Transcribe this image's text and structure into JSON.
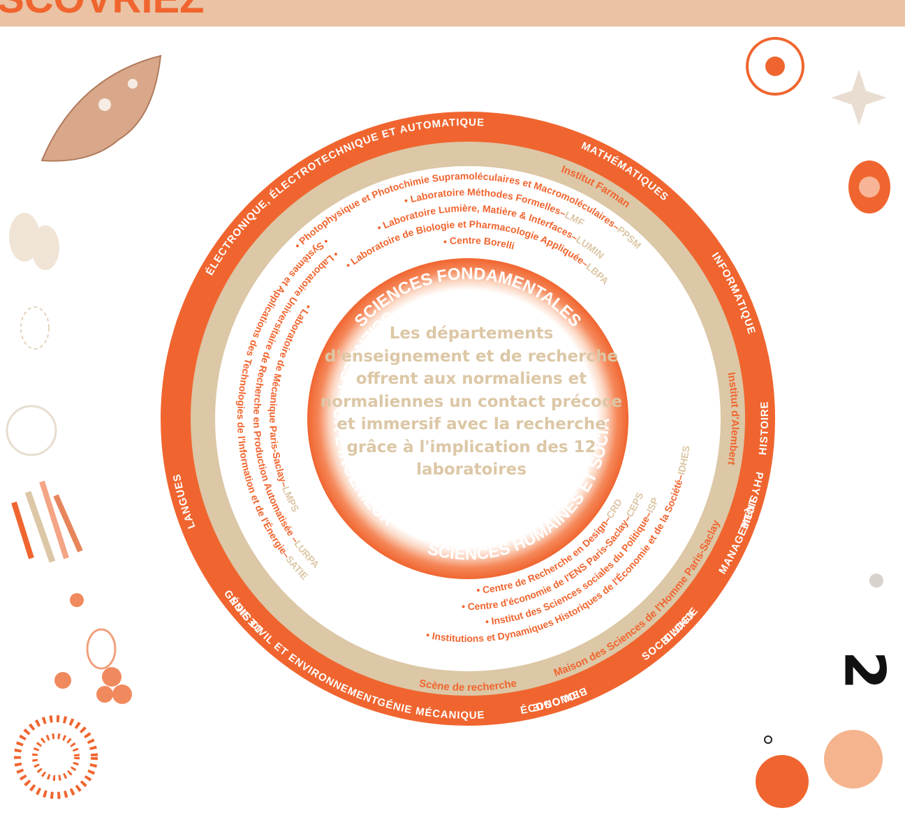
{
  "header": {
    "text": "ISCOVRIEZ"
  },
  "center_text": "Les départements d'enseignement et de recherche offrent aux normaliens et normaliennes un contact précoce et immersif avec la recherche grâce à l'implication des 12 laboratoires",
  "page_number": "2",
  "colors": {
    "orange": "#f0652f",
    "beige": "#dcc7a6",
    "header_bg": "#ebc2a4",
    "light_orange": "#f5b48d"
  },
  "departments": [
    {
      "label": "INFORMATIQUE"
    },
    {
      "label": "PHYSIQUE"
    },
    {
      "label": "CHIMIE"
    },
    {
      "label": "BIOLOGIE"
    },
    {
      "label": "MATHÉMATIQUES"
    },
    {
      "label": "ÉLECTRONIQUE, ÉLECTROTECHNIQUE ET AUTOMATIQUE"
    },
    {
      "label": "GÉNIE CIVIL ET ENVIRONNEMENT"
    },
    {
      "label": "GÉNIE MÉCANIQUE"
    },
    {
      "label": "ÉCONOMIE"
    },
    {
      "label": "SOCIOLOGIE"
    },
    {
      "label": "MANAGEMENT"
    },
    {
      "label": "HISTOIRE"
    },
    {
      "label": "LANGUES"
    },
    {
      "label": "DESIGN"
    }
  ],
  "institutes": [
    {
      "label": "Institut d'Alembert"
    },
    {
      "label": "Institut Farman"
    },
    {
      "label": "Scène de recherche"
    },
    {
      "label": "Maison des Sciences de l'Homme Paris-Saclay"
    }
  ],
  "poles": [
    {
      "label": "SCIENCES FONDAMENTALES"
    },
    {
      "label": "SCIENCES POUR L'INGÉNIEUR"
    },
    {
      "label": "SCIENCES HUMAINES ET SOCIALES"
    }
  ],
  "labs": [
    {
      "name": "• Photophysique et Photochimie Supramoléculaires et Macromoléculaires–",
      "acronym": "PPSM"
    },
    {
      "name": "• Laboratoire Méthodes Formelles–",
      "acronym": "LMF"
    },
    {
      "name": "• Laboratoire Lumière, Matière & Interfaces–",
      "acronym": "LUMIN"
    },
    {
      "name": "• Laboratoire de Biologie et Pharmacologie Appliquée–",
      "acronym": "LBPA"
    },
    {
      "name": "• Centre Borelli",
      "acronym": ""
    },
    {
      "name": "• Laboratoire de Mécanique Paris-Saclay–",
      "acronym": "LMPS"
    },
    {
      "name": "• Laboratoire Universitaire de Recherche en Production Automatisée –",
      "acronym": "LURPA"
    },
    {
      "name": "• Systèmes et Applications des Technologies de l'Information et de l'Énergie–",
      "acronym": "SATIE"
    },
    {
      "name": "• Centre de Recherche en Design–",
      "acronym": "CRD"
    },
    {
      "name": "• Centre d'économie de l'ENS Paris-Saclay–",
      "acronym": "CEPS"
    },
    {
      "name": "• Institutions et Dynamiques Historiques de l'Économie et de la Société–",
      "acronym": "IDHES"
    },
    {
      "name": "• Institut des Sciences sociales du Politique–",
      "acronym": "ISP"
    }
  ]
}
